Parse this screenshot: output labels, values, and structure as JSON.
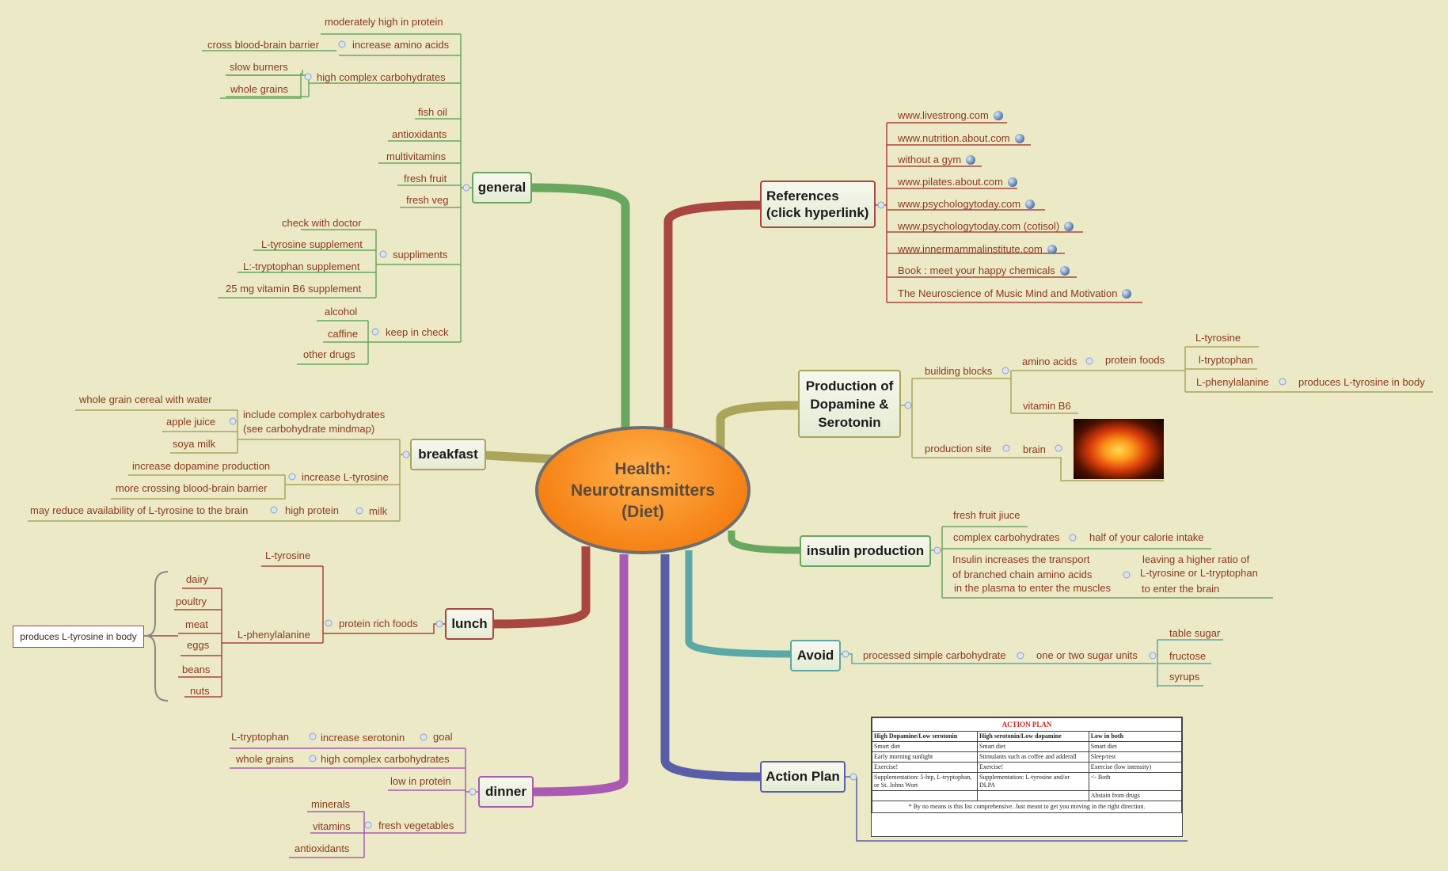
{
  "center": {
    "line1": "Health:",
    "line2": "Neurotransmitters",
    "line3": "(Diet)"
  },
  "colors": {
    "general": "#6aa75e",
    "breakfast": "#aaa55a",
    "lunch": "#a9463f",
    "dinner": "#a95ab3",
    "references": "#a9463f",
    "production": "#aaa55a",
    "insulin": "#6aa75e",
    "avoid": "#5aa8a8",
    "action": "#5a5ea8"
  },
  "general": {
    "label": "general",
    "moderately_high_protein": "moderately high in protein",
    "increase_amino_acids": "increase amino acids",
    "cross_bbb": "cross blood-brain barrier",
    "high_complex_carbs": "high complex carbohydrates",
    "slow_burners": "slow burners",
    "whole_grains": "whole grains",
    "fish_oil": "fish oil",
    "antioxidants": "antioxidants",
    "multivitamins": "multivitamins",
    "fresh_fruit": "fresh fruit",
    "fresh_veg": "fresh veg",
    "suppliments": "suppliments",
    "check_with_doctor": "check with doctor",
    "l_tyrosine_supplement": "L-tyrosine supplement",
    "l_tryptophan_supplement": "L:-tryptophan supplement",
    "b6_supplement": "25 mg vitamin B6 supplement",
    "keep_in_check": "keep in check",
    "alcohol": "alcohol",
    "caffine": "caffine",
    "other_drugs": "other drugs"
  },
  "breakfast": {
    "label": "breakfast",
    "include_complex_carbs_1": "include complex carbohydrates",
    "include_complex_carbs_2": "(see carbohydrate mindmap)",
    "whole_grain_cereal": "whole grain cereal with water",
    "apple_juice": "apple juice",
    "soya_milk": "soya milk",
    "increase_l_tyrosine": "increase L-tyrosine",
    "increase_dopamine": "increase dopamine production",
    "more_crossing": "more crossing blood-brain barrier",
    "milk": "milk",
    "high_protein": "high protein",
    "may_reduce": "may reduce availability of  L-tyrosine to the brain"
  },
  "lunch": {
    "label": "lunch",
    "protein_rich_foods": "protein rich foods",
    "l_tyrosine": "L-tyrosine",
    "l_phenylalanine": "L-phenylalanine",
    "foods": [
      "dairy",
      "poultry",
      "meat",
      "eggs",
      "beans",
      "nuts"
    ],
    "callout": "produces L-tyrosine in body"
  },
  "dinner": {
    "label": "dinner",
    "goal": "goal",
    "increase_serotonin": "increase serotonin",
    "l_tryptophan": "L-tryptophan",
    "high_complex_carbs": "high complex carbohydrates",
    "whole_grains": "whole grains",
    "low_in_protein": "low in protein",
    "fresh_vegetables": "fresh vegetables",
    "minerals": "minerals",
    "vitamins": "vitamins",
    "antioxidants": "antioxidants"
  },
  "references": {
    "label_1": "References",
    "label_2": "(click hyperlink)",
    "links": [
      "www.livestrong.com",
      "www.nutrition.about.com",
      "without a gym",
      "www.pilates.about.com",
      "www.psychologytoday.com",
      "www.psychologytoday.com (cotisol)",
      "www.innermammalinstitute.com",
      "Book : meet your happy chemicals",
      "The Neuroscience of Music Mind and Motivation"
    ]
  },
  "production": {
    "label_1": "Production of",
    "label_2": "Dopamine &",
    "label_3": "Serotonin",
    "building_blocks": "building blocks",
    "amino_acids": "amino acids",
    "protein_foods": "protein foods",
    "l_tyrosine": "L-tyrosine",
    "l_tryptophan": "l-tryptophan",
    "l_phenylalanine": "L-phenylalanine",
    "produces_l_tyrosine": "produces L-tyrosine in body",
    "vitamin_b6": "vitamin B6",
    "production_site": "production site",
    "brain": "brain"
  },
  "insulin": {
    "label": "insulin production",
    "fresh_fruit_juice": "fresh fruit jiuce",
    "complex_carbs": "complex carbohydrates",
    "half_calorie": "half of your calorie intake",
    "transport_1": "Insulin increases the transport",
    "transport_2": " of branched chain amino acids",
    "transport_3": "in the plasma to enter the muscles",
    "ratio_1": "leaving a higher ratio of",
    "ratio_2": " L-tyrosine or L-tryptophan",
    "ratio_3": " to enter the brain"
  },
  "avoid": {
    "label": "Avoid",
    "processed": "processed simple carbohydrate",
    "sugar_units": "one or two sugar units",
    "table_sugar": "table sugar",
    "fructose": "fructose",
    "syrups": "syrups"
  },
  "action_plan": {
    "label": "Action Plan",
    "table_title": "ACTION PLAN",
    "headers": [
      "High Dopamine/Low serotonin",
      "High serotonin/Low dopamine",
      "Low in both"
    ],
    "rows": [
      [
        "Smart diet",
        "Smart diet",
        "Smart diet"
      ],
      [
        "Early morning sunlight",
        "Stimulants such as coffee and adderall",
        "Sleep/rest"
      ],
      [
        "Exercise!",
        "Exercise!",
        "Exercise (low intensity)"
      ],
      [
        "Supplementation: 5-htp, L-tryptophan, or St. Johns Wort",
        "Supplementation: L-tyrosine and/or DLPA",
        "<- Both"
      ],
      [
        "",
        "",
        "Abstain from drugs"
      ]
    ],
    "footnote": "* By no means is this list comprehensive. Just meant to get you moving in the right direction."
  }
}
